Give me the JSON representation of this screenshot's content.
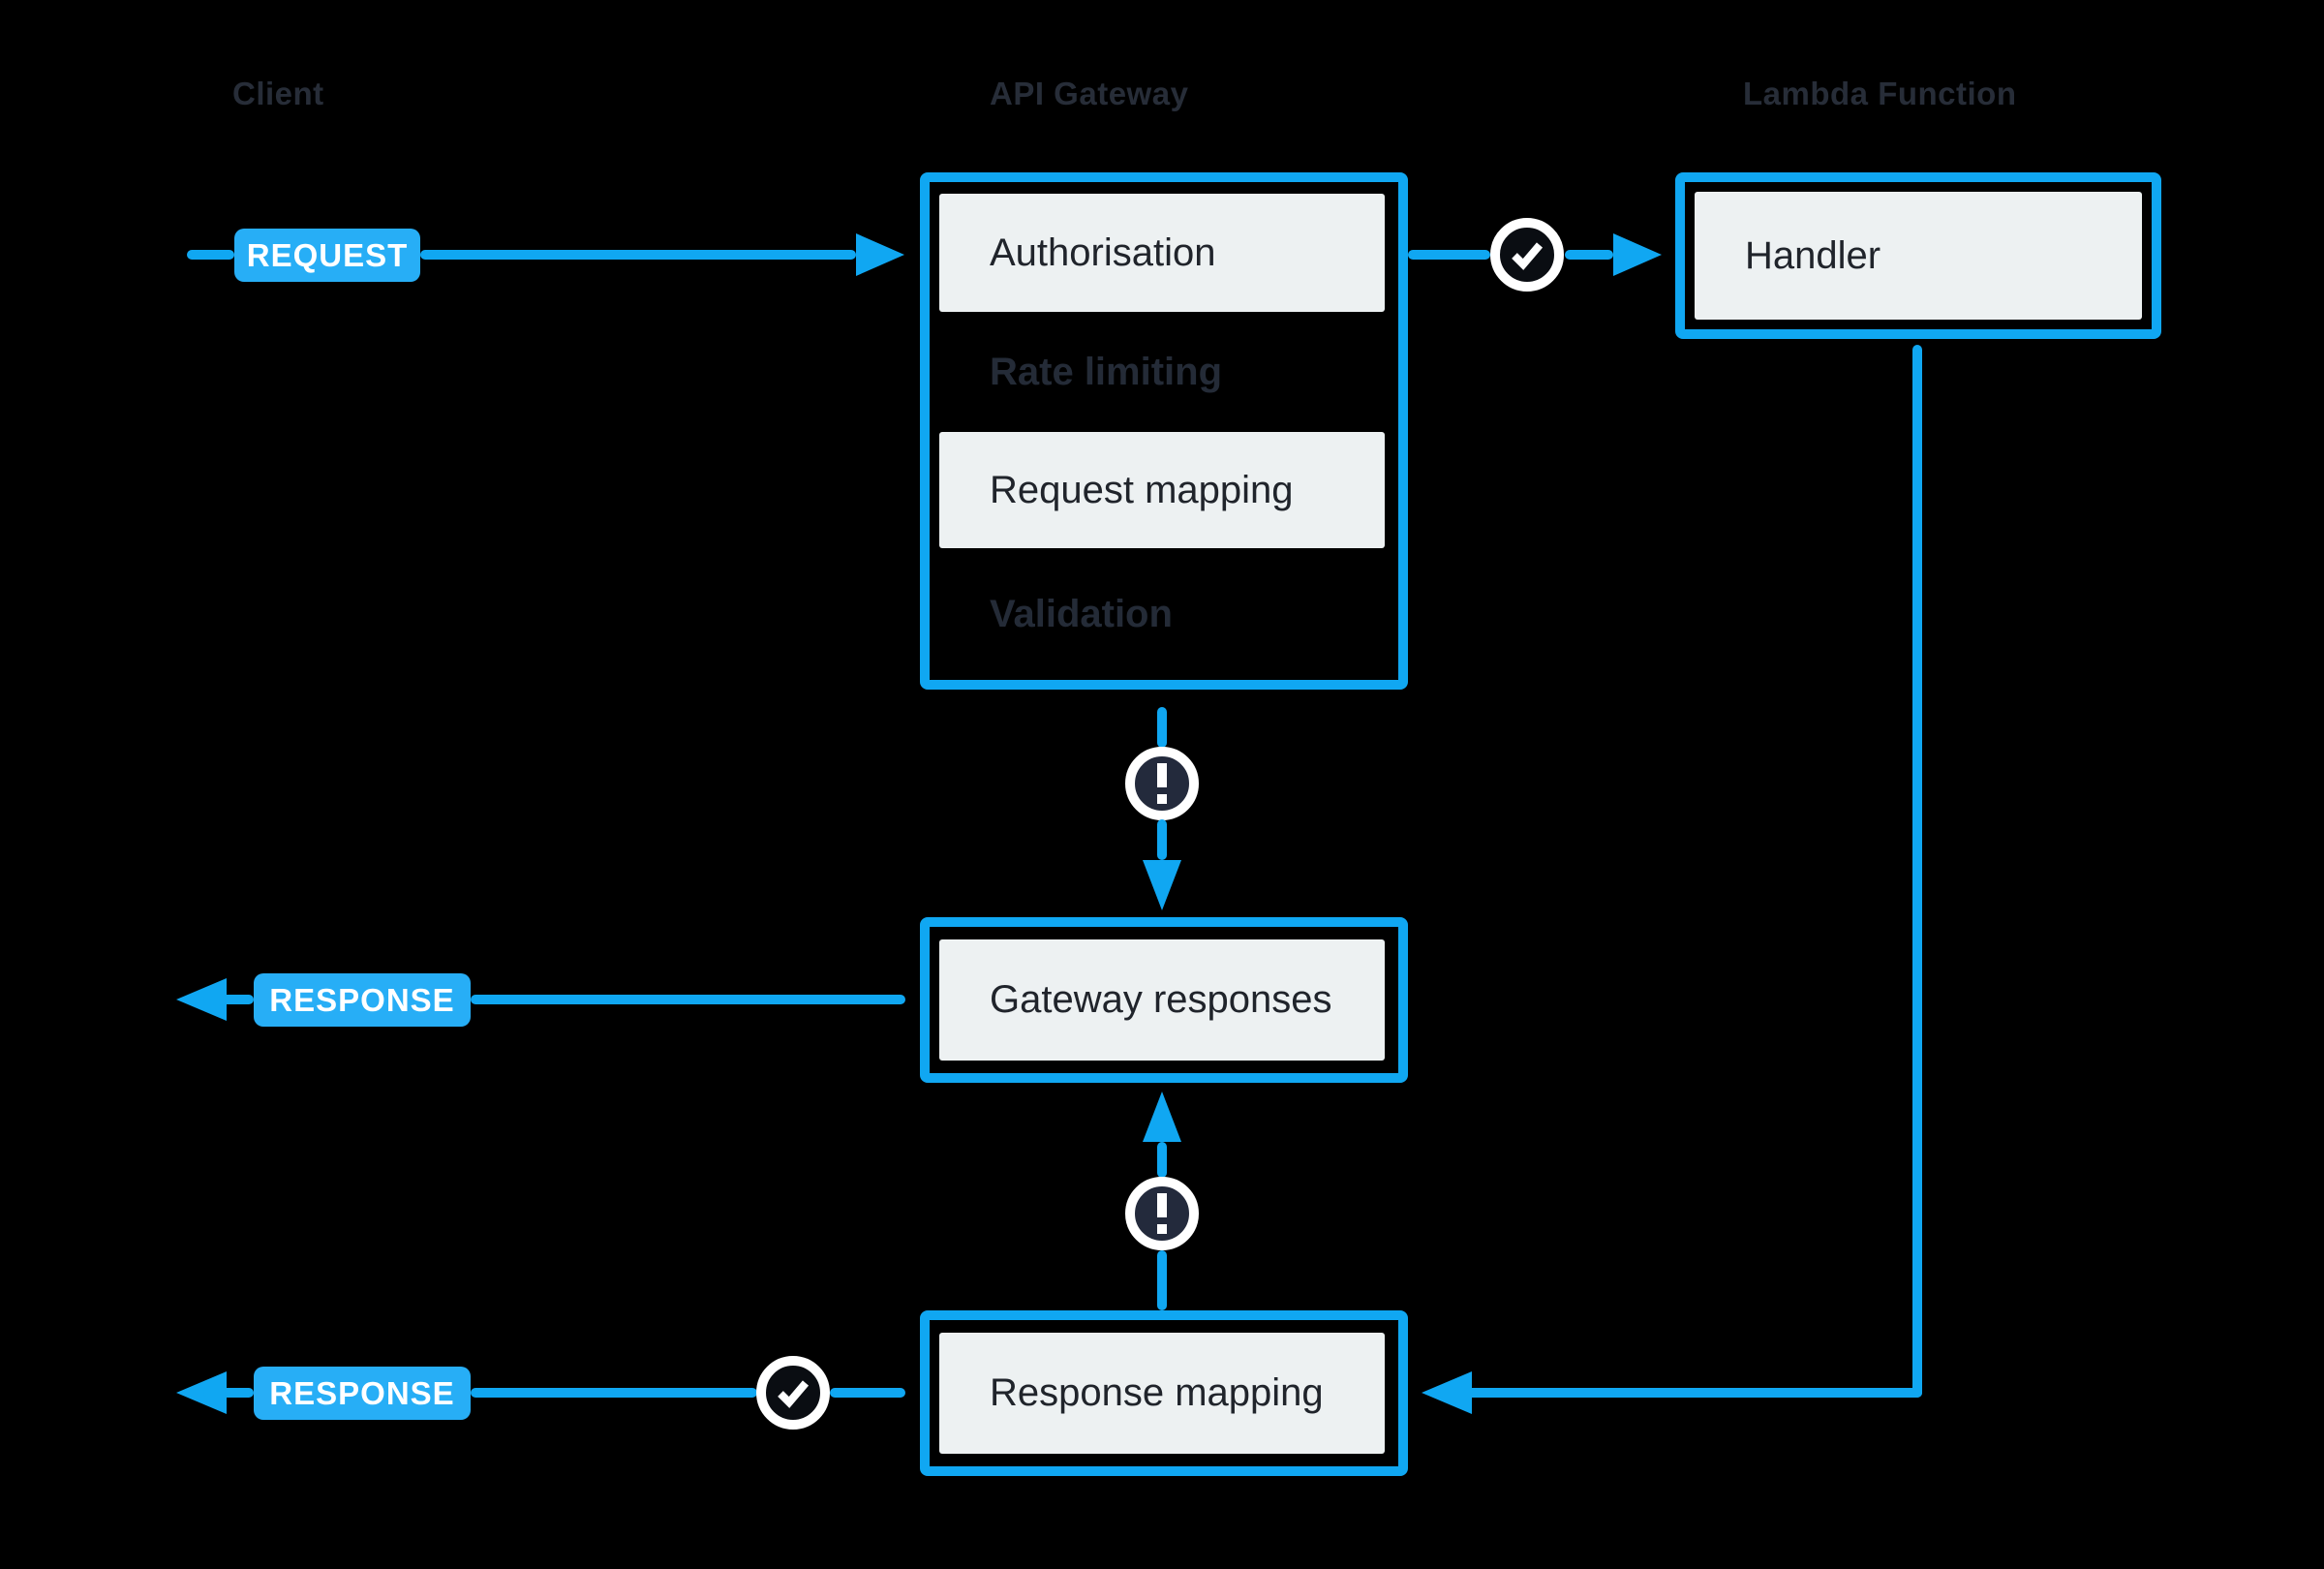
{
  "diagram": {
    "columns": {
      "client": "Client",
      "api_gateway": "API Gateway",
      "lambda": "Lambda Function"
    },
    "badges": {
      "request": "REQUEST",
      "response_top": "RESPONSE",
      "response_bottom": "RESPONSE"
    },
    "api_gateway_steps": {
      "authorisation": "Authorisation",
      "rate_limiting": "Rate limiting",
      "request_mapping": "Request mapping",
      "validation": "Validation"
    },
    "lambda_box": {
      "handler": "Handler"
    },
    "gateway_responses": "Gateway responses",
    "response_mapping": "Response mapping",
    "icons": {
      "success": "check-circle",
      "error": "exclamation-circle"
    },
    "colors": {
      "accent_blue": "#10a7f2",
      "badge_blue": "#27aef6",
      "panel_fill": "#edf1f2",
      "text_dark": "#20242b",
      "text_muted": "#242b37",
      "status_navy": "#232a3c",
      "background": "#000000"
    }
  }
}
